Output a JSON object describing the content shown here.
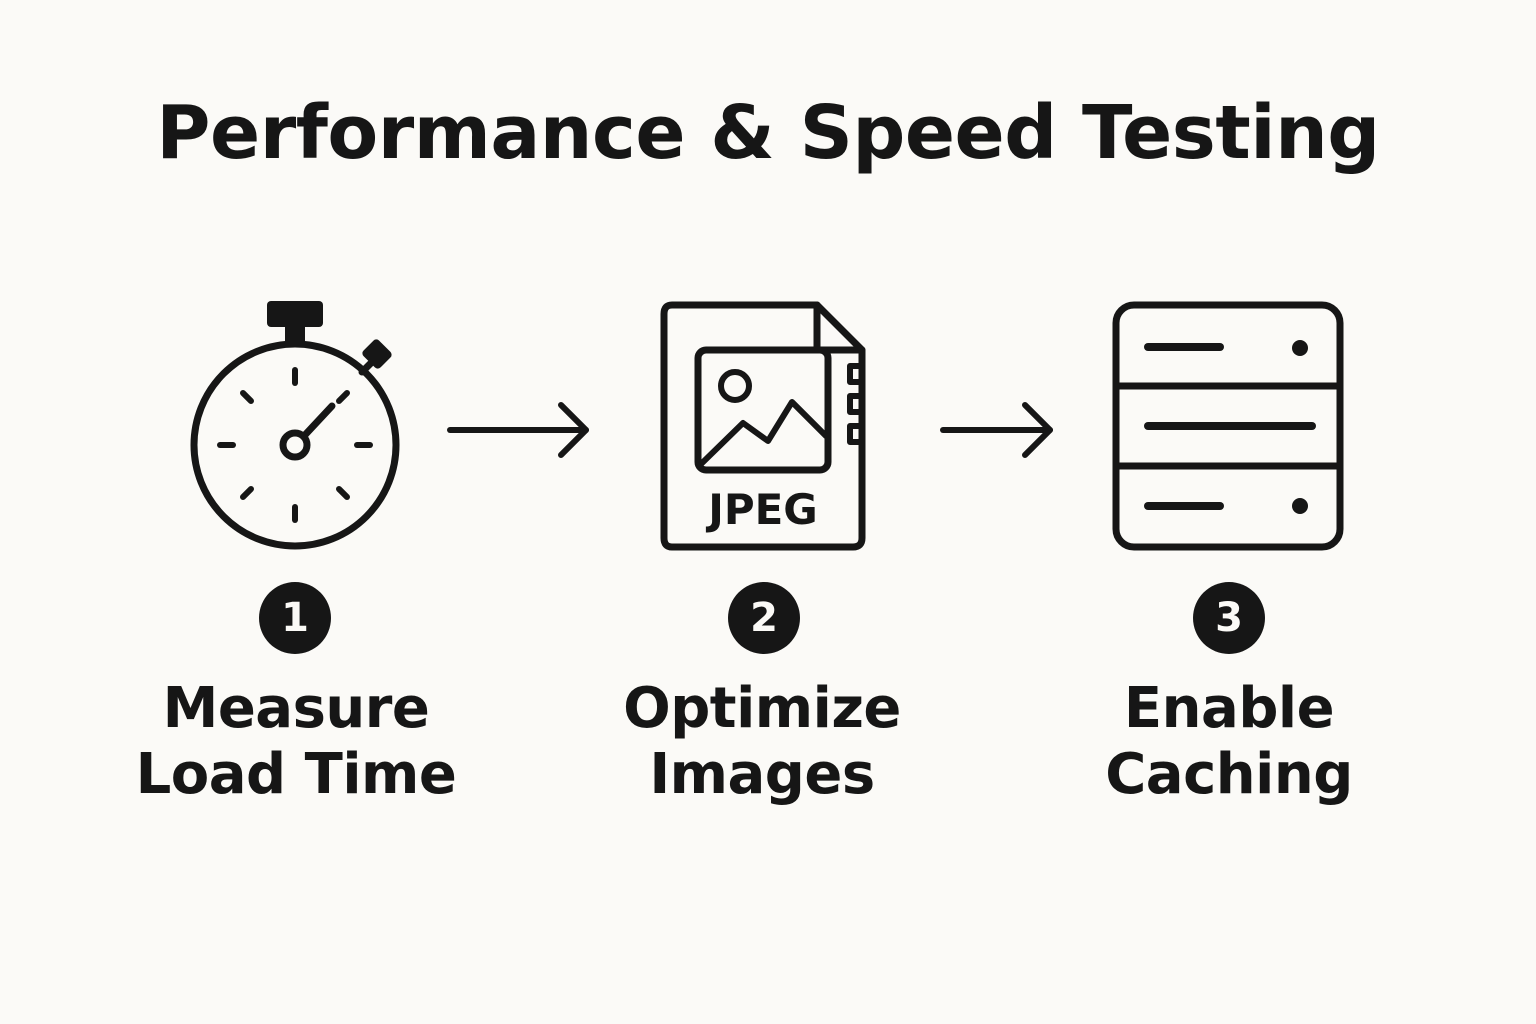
{
  "title": "Performance & Speed Testing",
  "steps": [
    {
      "number": "1",
      "label_lines": [
        "Measure",
        "Load Time"
      ],
      "icon": "stopwatch-icon"
    },
    {
      "number": "2",
      "label_lines": [
        "Optimize",
        "Images"
      ],
      "icon": "jpeg-file-icon",
      "icon_text": "JPEG"
    },
    {
      "number": "3",
      "label_lines": [
        "Enable",
        "Caching"
      ],
      "icon": "server-icon"
    }
  ],
  "colors": {
    "ink": "#161616",
    "background": "#fbfaf7"
  }
}
